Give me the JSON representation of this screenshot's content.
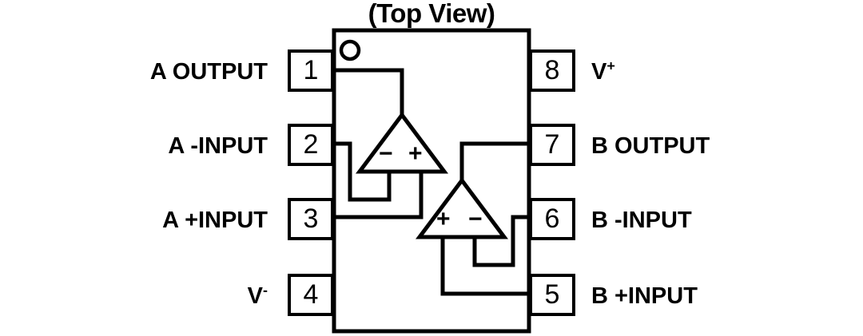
{
  "title": "(Top View)",
  "package": {
    "type": "8-pin dual op-amp package outline",
    "pin1_marker": "circle"
  },
  "pins": [
    {
      "number": "1",
      "label": "A OUTPUT",
      "side": "left",
      "sup": ""
    },
    {
      "number": "2",
      "label": "A -INPUT",
      "side": "left",
      "sup": ""
    },
    {
      "number": "3",
      "label": "A +INPUT",
      "side": "left",
      "sup": ""
    },
    {
      "number": "4",
      "label": "V",
      "side": "left",
      "sup": "-"
    },
    {
      "number": "5",
      "label": "B +INPUT",
      "side": "right",
      "sup": ""
    },
    {
      "number": "6",
      "label": "B -INPUT",
      "side": "right",
      "sup": ""
    },
    {
      "number": "7",
      "label": "B OUTPUT",
      "side": "right",
      "sup": ""
    },
    {
      "number": "8",
      "label": "V",
      "side": "right",
      "sup": "+"
    }
  ],
  "amplifiers": [
    {
      "name": "A",
      "left_terminal": "−",
      "right_terminal": "+"
    },
    {
      "name": "B",
      "left_terminal": "+",
      "right_terminal": "−"
    }
  ],
  "colors": {
    "line": "#000000",
    "background": "#ffffff",
    "text": "#000000"
  }
}
